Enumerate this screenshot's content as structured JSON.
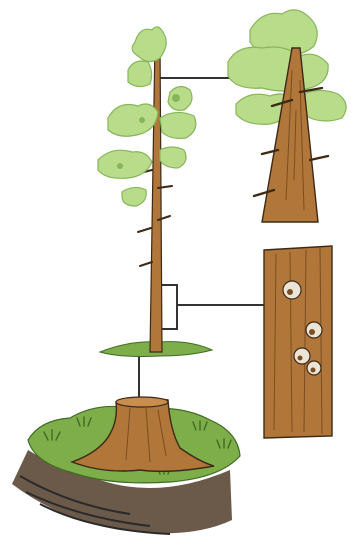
{
  "illustration": {
    "subject": "tree",
    "panels": [
      "whole-tree",
      "crown-closeup",
      "bark-closeup",
      "stump-closeup"
    ]
  },
  "colors": {
    "trunk": "#b0763a",
    "trunk_dark": "#7a4e22",
    "foliage": "#b9dc8a",
    "foliage_dark": "#86b65a",
    "grass": "#7eae4a",
    "grass_dark": "#3f6b24",
    "soil": "#6b5a4a",
    "rock": "#3a3a3a",
    "connector": "#333333",
    "outline": "#3d2a16"
  }
}
